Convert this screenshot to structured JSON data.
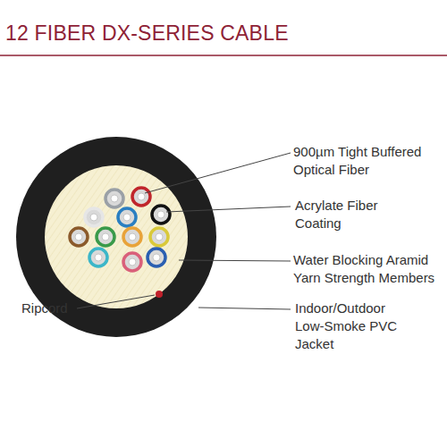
{
  "diagram": {
    "title": "12 FIBER DX-SERIES CABLE",
    "labels": [
      "900µm Tight Buffered Optical Fiber",
      "Acrylate Fiber Coating",
      "Water Blocking Aramid Yarn Strength Members",
      "Indoor/Outdoor Low-Smoke PVC Jacket",
      "Ripcord"
    ]
  }
}
